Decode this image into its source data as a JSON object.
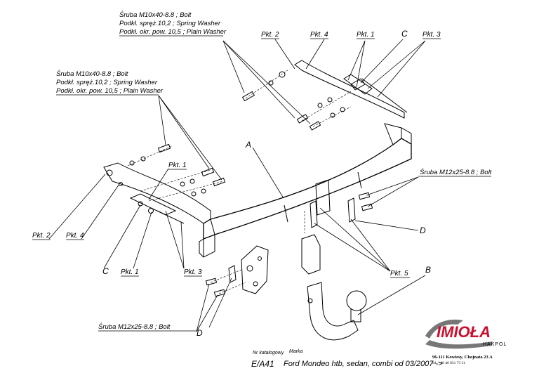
{
  "callouts": {
    "bolt_top": [
      "Śruba M10x40-8.8 ;  Bolt",
      "Podkł. spręż.10,2 ; Spring Washer",
      "Podkł. okr. pow. 10,5 ; Plain Washer"
    ],
    "bolt_left": [
      "Śruba M10x40-8.8 ;  Bolt",
      "Podkł. spręż.10,2 ; Spring Washer",
      "Podkł. okr. pow. 10,5 ; Plain Washer"
    ],
    "bolt_right": "Śruba M12x25-8.8 ;  Bolt",
    "bolt_bottom": "Śruba M12x25-8.8 ;  Bolt"
  },
  "labels": {
    "pkt2_top": "Pkt. 2",
    "pkt4_top": "Pkt. 4",
    "pkt1_top": "Pkt. 1",
    "c_top": "C",
    "pkt3_top": "Pkt. 3",
    "a": "A",
    "pkt1_mid": "Pkt. 1",
    "pkt2_left": "Pkt. 2",
    "pkt4_left": "Pkt. 4",
    "c_left": "C",
    "pkt1_left": "Pkt. 1",
    "pkt3_left": "Pkt. 3",
    "d_right": "D",
    "pkt5": "Pkt. 5",
    "b": "B",
    "d_bottom": "D"
  },
  "footer": {
    "catalog_label": "Nr katalogowy",
    "brand_label": "Marka",
    "catalog_no": "E/A41",
    "model": "Ford Mondeo htb, sedan, combi   od  03/2007 ->",
    "address": "96-111 Kowiesy, Chojnata 23 A",
    "phone": "tel. +48 46 831 73 31"
  },
  "logo": {
    "name": "IMIOŁA",
    "sub": "HAKPOL",
    "color": "#c8102e",
    "accent": "#777777"
  }
}
